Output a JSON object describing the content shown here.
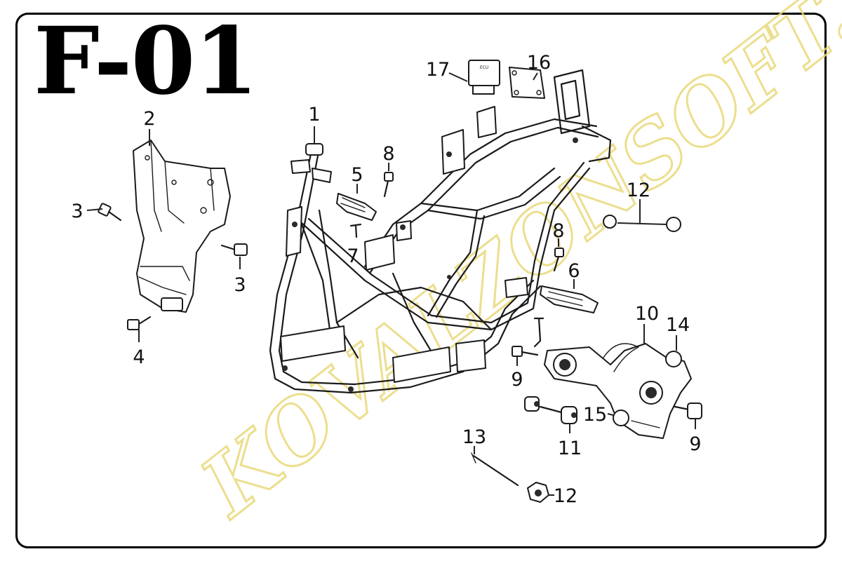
{
  "sheet_code": "F-01",
  "watermark": "KOVALZONSOFT.",
  "colors": {
    "watermark": "#e9d97a",
    "line": "#1a1a1a",
    "border": "#000000"
  },
  "callouts": {
    "c1": "1",
    "c2": "2",
    "c3a": "3",
    "c3b": "3",
    "c4": "4",
    "c5": "5",
    "c6": "6",
    "c7": "7",
    "c8a": "8",
    "c8b": "8",
    "c9a": "9",
    "c9b": "9",
    "c10": "10",
    "c11": "11",
    "c12a": "12",
    "c12b": "12",
    "c13": "13",
    "c14": "14",
    "c15": "15",
    "c16": "16",
    "c17": "17"
  },
  "ecu_label": "ECU"
}
